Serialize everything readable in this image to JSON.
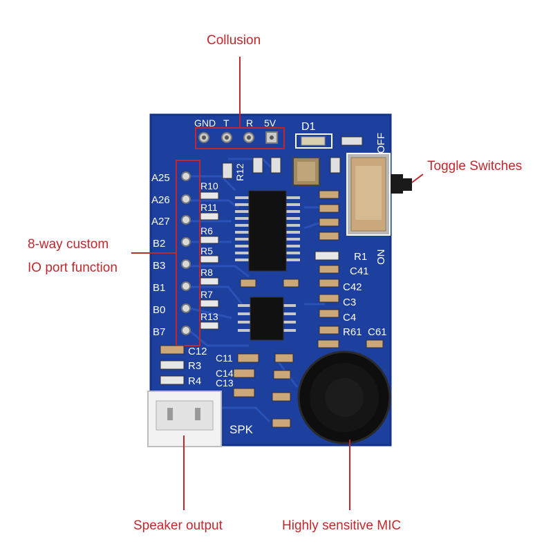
{
  "callouts": {
    "collusion": "Collusion",
    "toggle_switches": "Toggle Switches",
    "io_port_line1": "8-way custom",
    "io_port_line2": "IO port function",
    "speaker_output": "Speaker output",
    "mic": "Highly sensitive MIC"
  },
  "silkscreen": {
    "header_pins": [
      "GND",
      "T",
      "R",
      "5V"
    ],
    "d1": "D1",
    "off": "OFF",
    "on": "ON",
    "r12": "R12",
    "io_pins": [
      "A25",
      "A26",
      "A27",
      "B2",
      "B3",
      "B1",
      "B0",
      "B7"
    ],
    "resistors_left": [
      "R10",
      "R11",
      "R6",
      "R5",
      "R8",
      "R7",
      "R13"
    ],
    "r1": "R1",
    "c41": "C41",
    "c42": "C42",
    "c3": "C3",
    "c4": "C4",
    "r61": "R61",
    "c61": "C61",
    "c12": "C12",
    "r3": "R3",
    "r4": "R4",
    "c11": "C11",
    "c14": "C14",
    "c13": "C13",
    "spk": "SPK"
  },
  "colors": {
    "board": "#1d3f9e",
    "callout": "#c0282d",
    "silkscreen": "#ffffff"
  }
}
